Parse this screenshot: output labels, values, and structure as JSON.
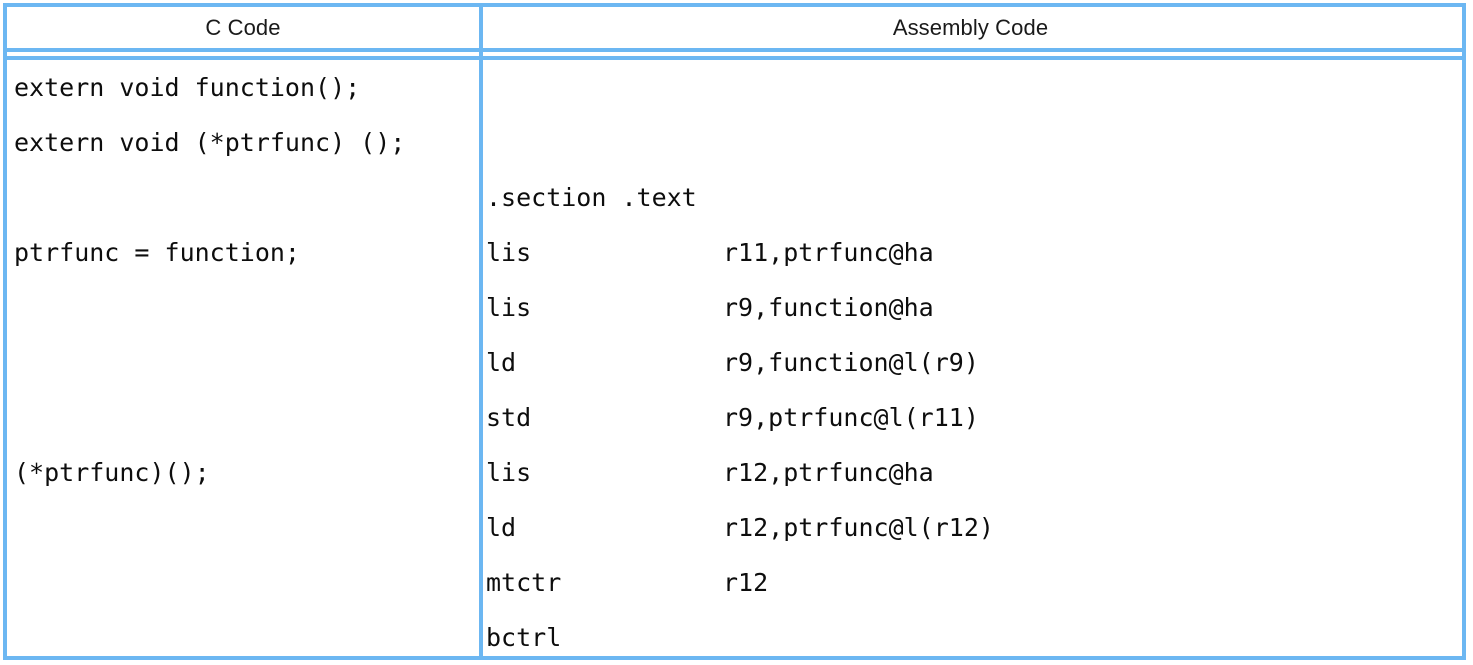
{
  "table": {
    "headers": {
      "c_code": "C Code",
      "assembly_code": "Assembly Code"
    },
    "border_color": "#6cb7f2",
    "text_color": "#0d0d0d",
    "background_color": "#ffffff"
  },
  "c_code": {
    "lines": [
      "extern void function();",
      "extern void (*ptrfunc) ();",
      "",
      "ptrfunc = function;",
      "",
      "",
      "",
      "(*ptrfunc)();",
      "",
      "",
      ""
    ]
  },
  "assembly_code": {
    "lines": [
      {
        "mnemonic": "",
        "operand": ""
      },
      {
        "mnemonic": "",
        "operand": ""
      },
      {
        "mnemonic": ".section",
        "operand": "",
        "raw": ".section .text"
      },
      {
        "mnemonic": "lis",
        "operand": "r11,ptrfunc@ha"
      },
      {
        "mnemonic": "lis",
        "operand": "r9,function@ha"
      },
      {
        "mnemonic": "ld",
        "operand": "r9,function@l(r9)"
      },
      {
        "mnemonic": "std",
        "operand": "r9,ptrfunc@l(r11)"
      },
      {
        "mnemonic": "lis",
        "operand": "r12,ptrfunc@ha"
      },
      {
        "mnemonic": "ld",
        "operand": "r12,ptrfunc@l(r12)"
      },
      {
        "mnemonic": "mtctr",
        "operand": "r12"
      },
      {
        "mnemonic": "bctrl",
        "operand": ""
      }
    ]
  }
}
